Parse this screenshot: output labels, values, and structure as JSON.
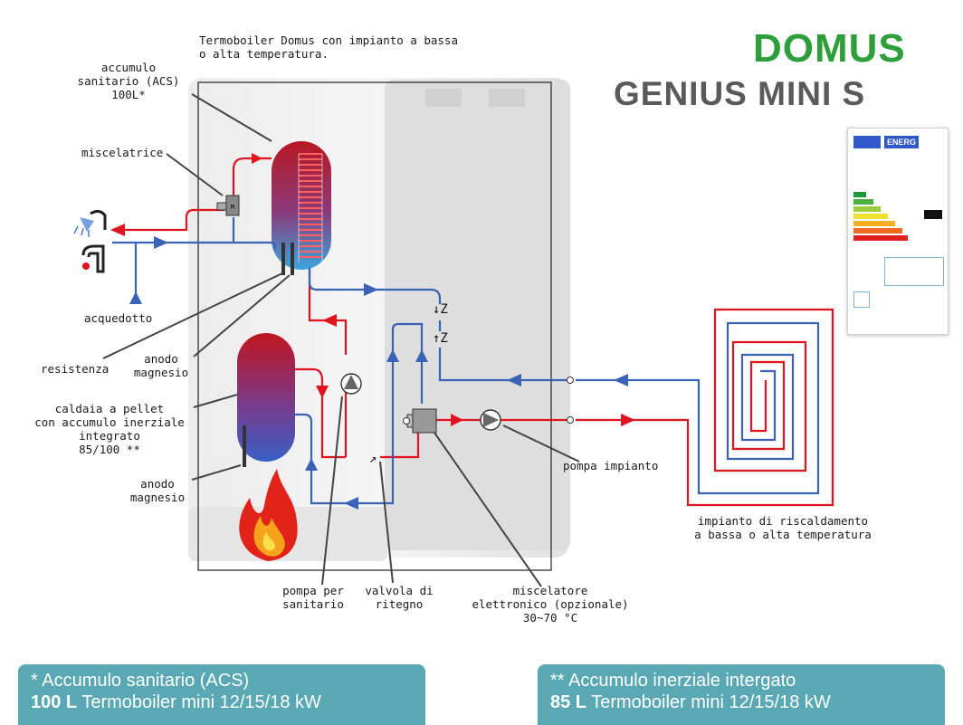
{
  "title_line1": "Termoboiler Domus con impianto a bassa",
  "title_line2": "o alta temperatura.",
  "brand": {
    "name": "DOMUS",
    "model": "GENIUS MINI S",
    "green": "#2e9e3a",
    "gray": "#5a5a5a"
  },
  "energy_label": {
    "energ": "ENERG"
  },
  "labels": {
    "accumulo": [
      "accumulo",
      "sanitario (ACS)",
      "100L*"
    ],
    "miscelatrice": "miscelatrice",
    "acquedotto": "acquedotto",
    "resistenza": "resistenza",
    "anodo1": [
      "anodo",
      "magnesio"
    ],
    "caldaia": [
      "caldaia a pellet",
      "con accumulo inerziale",
      "integrato",
      "85/100 **"
    ],
    "anodo2": [
      "anodo",
      "magnesio"
    ],
    "pompa_sanitario": [
      "pompa per",
      "sanitario"
    ],
    "valvola": [
      "valvola di",
      "ritegno"
    ],
    "miscelatore": [
      "miscelatore",
      "elettronico (opzionale)",
      "30~70 °C"
    ],
    "pompa_impianto": "pompa impianto",
    "impianto": [
      "impianto di riscaldamento",
      "a bassa o alta temperatura"
    ]
  },
  "notes": [
    {
      "prefix": "* Accumulo sanitario (ACS)",
      "bold": "100 L",
      "text": " Termoboiler mini 12/15/18 kW"
    },
    {
      "prefix": "** Accumulo inerziale intergato",
      "bold": "85 L",
      "text": " Termoboiler mini 12/15/18 kW"
    }
  ],
  "colors": {
    "hot": "#e0141e",
    "cold": "#3a62b5",
    "note_bg": "#5aa8b3"
  }
}
